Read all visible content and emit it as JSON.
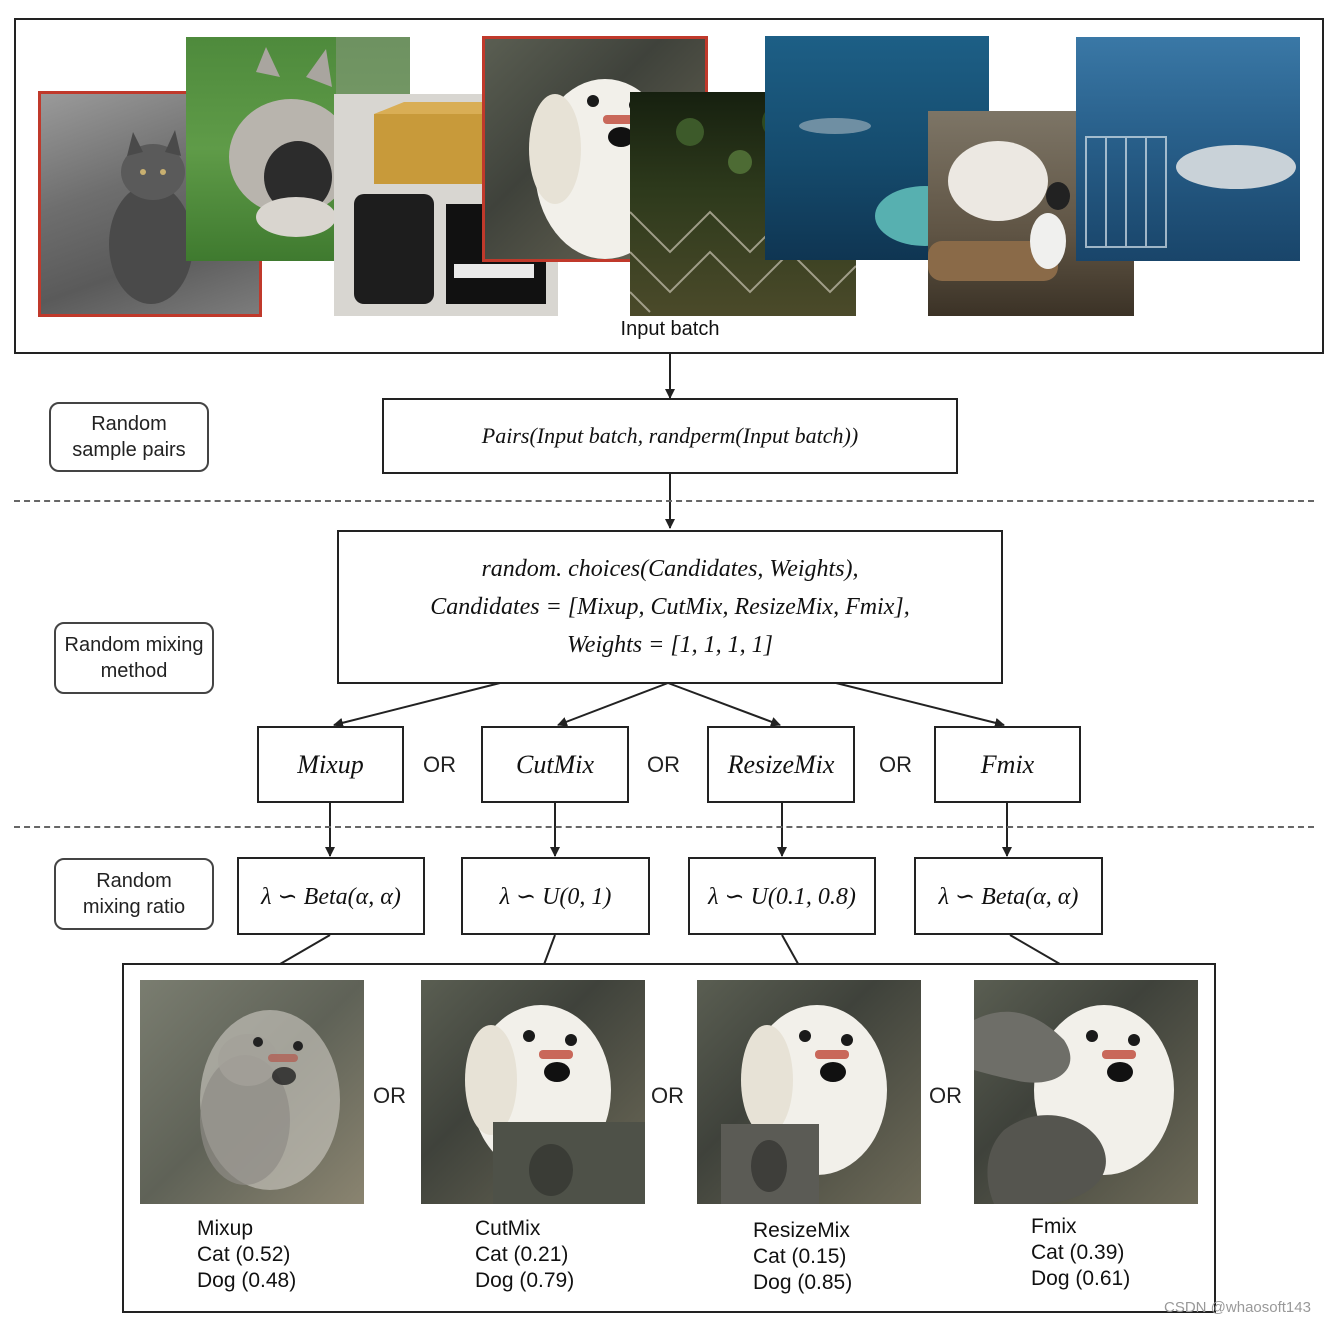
{
  "input_panel": {
    "caption": "Input batch",
    "photos": [
      {
        "name": "cat-gray",
        "desc": "tabby cat walking on grass (grayscale)"
      },
      {
        "name": "keeshond-dog",
        "desc": "fluffy dog lying on grass"
      },
      {
        "name": "cardboard-bag",
        "desc": "cardboard box, backpack and adidas bag"
      },
      {
        "name": "white-dog",
        "desc": "white dog portrait"
      },
      {
        "name": "chain-fence",
        "desc": "leaves behind chain-link fence"
      },
      {
        "name": "shark-underwater",
        "desc": "shark swimming in blue water"
      },
      {
        "name": "hen-cat",
        "desc": "white hen and cat on log"
      },
      {
        "name": "shark-cage",
        "desc": "shark next to diving cage"
      }
    ]
  },
  "side_labels": {
    "pairs": "Random sample pairs",
    "method": "Random mixing method",
    "ratio": "Random mixing ratio"
  },
  "pairs_formula": "Pairs(Input batch, randperm(Input batch))",
  "choices_formula": {
    "line1": "random. choices(Candidates, Weights),",
    "line2": "Candidates = [Mixup, CutMix, ResizeMix, Fmix],",
    "line3": "Weights = [1, 1, 1, 1]"
  },
  "methods": [
    "Mixup",
    "CutMix",
    "ResizeMix",
    "Fmix"
  ],
  "or_label": "OR",
  "ratios": [
    "λ ∽ Beta(α, α)",
    "λ ∽ U(0, 1)",
    "λ ∽ U(0.1, 0.8)",
    "λ ∽ Beta(α, α)"
  ],
  "results": [
    {
      "method": "Mixup",
      "cat": "Cat (0.52)",
      "dog": "Dog (0.48)"
    },
    {
      "method": "CutMix",
      "cat": "Cat (0.21)",
      "dog": "Dog (0.79)"
    },
    {
      "method": "ResizeMix",
      "cat": "Cat (0.15)",
      "dog": "Dog (0.85)"
    },
    {
      "method": "Fmix",
      "cat": "Cat (0.39)",
      "dog": "Dog (0.61)"
    }
  ],
  "watermark": "CSDN @whaosoft143",
  "colors": {
    "highlight_border": "#c0392b",
    "line": "#222222",
    "dash": "#666666"
  }
}
